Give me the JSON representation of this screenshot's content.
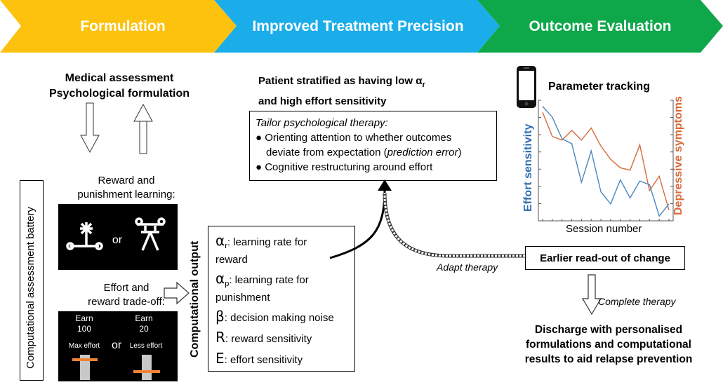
{
  "stages": {
    "formulation": "Formulation",
    "precision": "Improved Treatment Precision",
    "evaluation": "Outcome Evaluation"
  },
  "colors": {
    "formulation": "#FCC20D",
    "precision": "#1BADEA",
    "evaluation": "#0EA84B",
    "effort_series": "#4A86BE",
    "depressive_series": "#D9693A",
    "effort_bar_marker": "#F08237"
  },
  "formulation": {
    "assessment_line1": "Medical assessment",
    "assessment_line2": "Psychological formulation",
    "battery_label": "Computational assessment battery",
    "reward_punish_line1": "Reward and",
    "reward_punish_line2": "punishment learning:",
    "or_text": "or",
    "effort_line1": "Effort and",
    "effort_line2": "reward trade-off:",
    "earn_left_1": "Earn",
    "earn_left_2": "100",
    "earn_right_1": "Earn",
    "earn_right_2": "20",
    "or_text2": "or",
    "max_effort": "Max effort",
    "less_effort": "Less effort"
  },
  "computational_output": {
    "label": "Computational output",
    "params": [
      {
        "symbol": "α",
        "sub": "r",
        "text": ": learning rate for",
        "text2": "reward"
      },
      {
        "symbol": "α",
        "sub": "p",
        "text": ": learning rate for",
        "text2": "punishment"
      },
      {
        "symbol": "β",
        "sub": "",
        "text": ": decision making noise",
        "text2": ""
      },
      {
        "symbol": "R",
        "sub": "",
        "text": ": reward sensitivity",
        "text2": ""
      },
      {
        "symbol": "E",
        "sub": "",
        "text": ": effort sensitivity",
        "text2": ""
      }
    ]
  },
  "precision": {
    "stratified_line1": "Patient stratified as having low α",
    "stratified_sub": "r",
    "stratified_line2": "and high effort sensitivity",
    "tailor_title": "Tailor psychological therapy:",
    "bullet1_line1": "● Orienting attention to whether outcomes",
    "bullet1_line2a": "deviate from expectation (",
    "bullet1_line2b": "prediction error",
    "bullet1_line2c": ")",
    "bullet2": "● Cognitive restructuring around effort",
    "adapt_therapy": "Adapt therapy"
  },
  "evaluation": {
    "parameter_tracking": "Parameter tracking",
    "earlier_readout": "Earlier read-out of change",
    "complete_therapy": "Complete therapy",
    "discharge_line1": "Discharge with personalised",
    "discharge_line2": "formulations and computational",
    "discharge_line3": "results to aid relapse prevention"
  },
  "chart_data": {
    "type": "line",
    "xlabel": "Session number",
    "ylabel_left": "Effort sensitivity",
    "ylabel_right": "Depressive symptoms",
    "x": [
      1,
      2,
      3,
      4,
      5,
      6,
      7,
      8,
      9,
      10,
      11,
      12,
      13,
      14
    ],
    "series": [
      {
        "name": "Effort sensitivity",
        "values": [
          95,
          86,
          68,
          64,
          32,
          58,
          24,
          14,
          34,
          19,
          33,
          30,
          4,
          14
        ]
      },
      {
        "name": "Depressive symptoms",
        "values": [
          90,
          70,
          67,
          75,
          67,
          77,
          62,
          51,
          44,
          42,
          63,
          25,
          37,
          9
        ]
      }
    ],
    "ylim": [
      0,
      100
    ],
    "grid": false
  }
}
